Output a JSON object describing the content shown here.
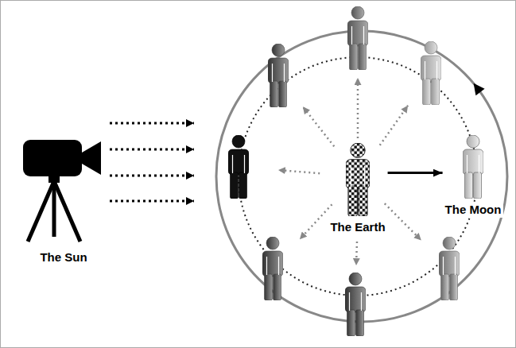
{
  "diagram": {
    "nodes": [
      {
        "text": [
          "The Sun"
        ]
      },
      {
        "text": [
          "The Earth"
        ]
      },
      {
        "text": [
          "The Moon"
        ]
      }
    ],
    "edges": [
      {
        "from": 1,
        "to": 2,
        "arrow": "to"
      }
    ]
  }
}
